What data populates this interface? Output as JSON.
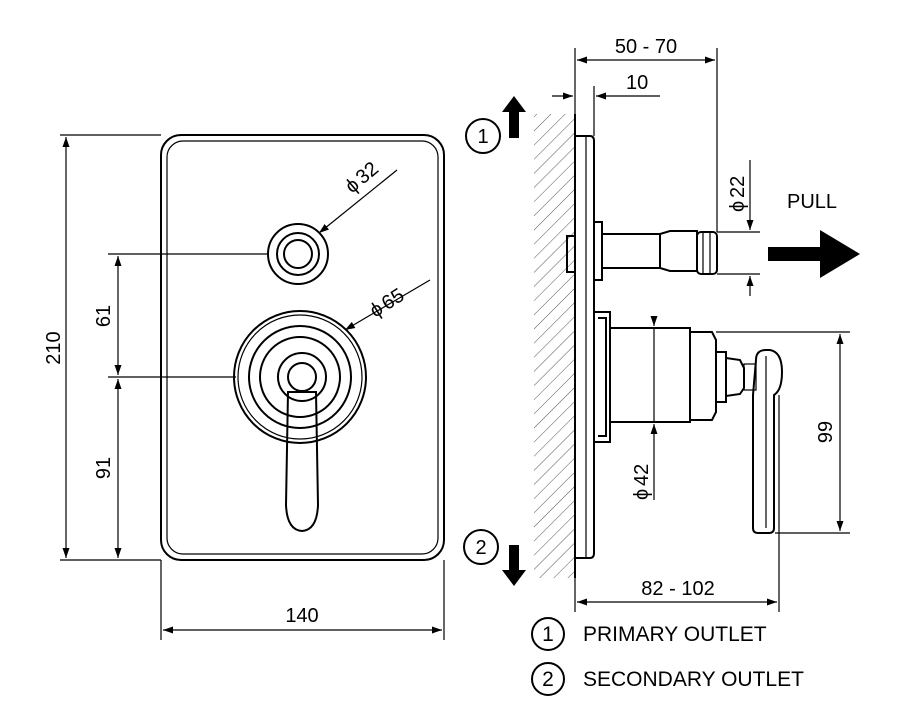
{
  "front_view": {
    "width": "140",
    "height": "210",
    "upper_spacing": "61",
    "lower_spacing": "91",
    "small_dia_symbol": "ϕ",
    "small_dia": "32",
    "large_dia_symbol": "ϕ",
    "large_dia": "65"
  },
  "side_view": {
    "projection_range": "50 - 70",
    "plate_offset": "10",
    "pull_dia_symbol": "ϕ",
    "pull_dia": "22",
    "pull_label": "PULL",
    "lever_height": "99",
    "body_dia_symbol": "ϕ",
    "body_dia": "42",
    "lever_projection": "82 - 102"
  },
  "outlets": {
    "primary_number": "1",
    "secondary_number": "2"
  },
  "legend": [
    {
      "number": "1",
      "label": "PRIMARY OUTLET"
    },
    {
      "number": "2",
      "label": "SECONDARY OUTLET"
    }
  ]
}
